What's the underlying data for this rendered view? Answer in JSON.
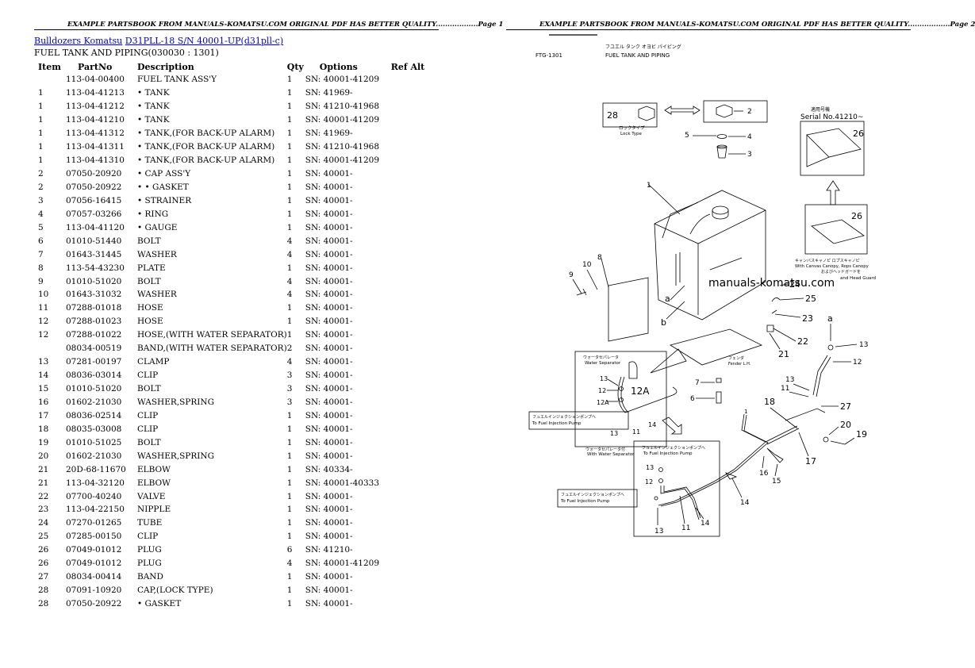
{
  "header": {
    "page1": "EXAMPLE PARTSBOOK FROM MANUALS-KOMATSU.COM ORIGINAL PDF HAS BETTER QUALITY..................Page 1",
    "page2": "EXAMPLE PARTSBOOK FROM MANUALS-KOMATSU.COM ORIGINAL PDF HAS BETTER QUALITY..................Page 2"
  },
  "breadcrumb": {
    "link1": "Bulldozers Komatsu",
    "link2": "D31PLL-18 S/N 40001-UP(d31pll-c)"
  },
  "section_title": "FUEL TANK AND PIPING(030030 : 1301)",
  "table": {
    "headers": {
      "item": "Item",
      "partno": "PartNo",
      "description": "Description",
      "qty": "Qty",
      "options": "Options",
      "refalt": "Ref Alt"
    },
    "rows": [
      {
        "item": "",
        "partno": "113-04-00400",
        "desc": "FUEL TANK ASS'Y",
        "qty": "1",
        "opt": "SN: 40001-41209"
      },
      {
        "item": "1",
        "partno": "113-04-41213",
        "desc": "• TANK",
        "qty": "1",
        "opt": "SN: 41969-"
      },
      {
        "item": "1",
        "partno": "113-04-41212",
        "desc": "• TANK",
        "qty": "1",
        "opt": "SN: 41210-41968"
      },
      {
        "item": "1",
        "partno": "113-04-41210",
        "desc": "• TANK",
        "qty": "1",
        "opt": "SN: 40001-41209"
      },
      {
        "item": "1",
        "partno": "113-04-41312",
        "desc": "• TANK,(FOR BACK-UP ALARM)",
        "qty": "1",
        "opt": "SN: 41969-"
      },
      {
        "item": "1",
        "partno": "113-04-41311",
        "desc": "• TANK,(FOR BACK-UP ALARM)",
        "qty": "1",
        "opt": "SN: 41210-41968"
      },
      {
        "item": "1",
        "partno": "113-04-41310",
        "desc": "• TANK,(FOR BACK-UP ALARM)",
        "qty": "1",
        "opt": "SN: 40001-41209"
      },
      {
        "item": "2",
        "partno": "07050-20920",
        "desc": "• CAP ASS'Y",
        "qty": "1",
        "opt": "SN: 40001-"
      },
      {
        "item": "2",
        "partno": "07050-20922",
        "desc": "• • GASKET",
        "qty": "1",
        "opt": "SN: 40001-"
      },
      {
        "item": "3",
        "partno": "07056-16415",
        "desc": "• STRAINER",
        "qty": "1",
        "opt": "SN: 40001-"
      },
      {
        "item": "4",
        "partno": "07057-03266",
        "desc": "• RING",
        "qty": "1",
        "opt": "SN: 40001-"
      },
      {
        "item": "5",
        "partno": "113-04-41120",
        "desc": "• GAUGE",
        "qty": "1",
        "opt": "SN: 40001-"
      },
      {
        "item": "6",
        "partno": "01010-51440",
        "desc": "BOLT",
        "qty": "4",
        "opt": "SN: 40001-"
      },
      {
        "item": "7",
        "partno": "01643-31445",
        "desc": "WASHER",
        "qty": "4",
        "opt": "SN: 40001-"
      },
      {
        "item": "8",
        "partno": "113-54-43230",
        "desc": "PLATE",
        "qty": "1",
        "opt": "SN: 40001-"
      },
      {
        "item": "9",
        "partno": "01010-51020",
        "desc": "BOLT",
        "qty": "4",
        "opt": "SN: 40001-"
      },
      {
        "item": "10",
        "partno": "01643-31032",
        "desc": "WASHER",
        "qty": "4",
        "opt": "SN: 40001-"
      },
      {
        "item": "11",
        "partno": "07288-01018",
        "desc": "HOSE",
        "qty": "1",
        "opt": "SN: 40001-"
      },
      {
        "item": "12",
        "partno": "07288-01023",
        "desc": "HOSE",
        "qty": "1",
        "opt": "SN: 40001-"
      },
      {
        "item": "12",
        "partno": "07288-01022",
        "desc": "HOSE,(WITH WATER SEPARATOR)",
        "qty": "1",
        "opt": "SN: 40001-"
      },
      {
        "item": "",
        "partno": "08034-00519",
        "desc": "BAND,(WITH WATER SEPARATOR)",
        "qty": "2",
        "opt": "SN: 40001-"
      },
      {
        "item": "13",
        "partno": "07281-00197",
        "desc": "CLAMP",
        "qty": "4",
        "opt": "SN: 40001-"
      },
      {
        "item": "14",
        "partno": "08036-03014",
        "desc": "CLIP",
        "qty": "3",
        "opt": "SN: 40001-"
      },
      {
        "item": "15",
        "partno": "01010-51020",
        "desc": "BOLT",
        "qty": "3",
        "opt": "SN: 40001-"
      },
      {
        "item": "16",
        "partno": "01602-21030",
        "desc": "WASHER,SPRING",
        "qty": "3",
        "opt": "SN: 40001-"
      },
      {
        "item": "17",
        "partno": "08036-02514",
        "desc": "CLIP",
        "qty": "1",
        "opt": "SN: 40001-"
      },
      {
        "item": "18",
        "partno": "08035-03008",
        "desc": "CLIP",
        "qty": "1",
        "opt": "SN: 40001-"
      },
      {
        "item": "19",
        "partno": "01010-51025",
        "desc": "BOLT",
        "qty": "1",
        "opt": "SN: 40001-"
      },
      {
        "item": "20",
        "partno": "01602-21030",
        "desc": "WASHER,SPRING",
        "qty": "1",
        "opt": "SN: 40001-"
      },
      {
        "item": "21",
        "partno": "20D-68-11670",
        "desc": "ELBOW",
        "qty": "1",
        "opt": "SN: 40334-"
      },
      {
        "item": "21",
        "partno": "113-04-32120",
        "desc": "ELBOW",
        "qty": "1",
        "opt": "SN: 40001-40333"
      },
      {
        "item": "22",
        "partno": "07700-40240",
        "desc": "VALVE",
        "qty": "1",
        "opt": "SN: 40001-"
      },
      {
        "item": "23",
        "partno": "113-04-22150",
        "desc": "NIPPLE",
        "qty": "1",
        "opt": "SN: 40001-"
      },
      {
        "item": "24",
        "partno": "07270-01265",
        "desc": "TUBE",
        "qty": "1",
        "opt": "SN: 40001-"
      },
      {
        "item": "25",
        "partno": "07285-00150",
        "desc": "CLIP",
        "qty": "1",
        "opt": "SN: 40001-"
      },
      {
        "item": "26",
        "partno": "07049-01012",
        "desc": "PLUG",
        "qty": "6",
        "opt": "SN: 41210-"
      },
      {
        "item": "26",
        "partno": "07049-01012",
        "desc": "PLUG",
        "qty": "4",
        "opt": "SN: 40001-41209"
      },
      {
        "item": "27",
        "partno": "08034-00414",
        "desc": "BAND",
        "qty": "1",
        "opt": "SN: 40001-"
      },
      {
        "item": "28",
        "partno": "07091-10920",
        "desc": "CAP,(LOCK TYPE)",
        "qty": "1",
        "opt": "SN: 40001-"
      },
      {
        "item": "28",
        "partno": "07050-20922",
        "desc": "• GASKET",
        "qty": "1",
        "opt": "SN: 40001-"
      }
    ]
  },
  "diagram": {
    "fig_no": "FTG-1301",
    "title_jp": "フユエル タンク オヨビ パイピング",
    "title": "FUEL TANK AND PIPING",
    "watermark": "manuals-komatsu.com",
    "serial_jp": "適用号機",
    "serial": "Serial No.41210~",
    "lock_type_jp": "ロックタイプ",
    "lock_type": "Lock Type",
    "canopy_jp": "キャンバスキャノピ ロプスキャノピ",
    "canopy1": "With Canvas Canopy, Rops Canopy",
    "canopy2_jp": "およびヘッドガードを",
    "canopy2": "and Head Guard",
    "water_sep_jp": "ウォータセパレータ",
    "water_sep": "Water Separator",
    "with_water_sep_jp": "ウォータセパレータ付",
    "with_water_sep": "With Water Separator",
    "inj_pump_jp": "フュエルインジェクションポンプへ",
    "inj_pump": "To Fuel Injection Pump",
    "fender_jp": "フェンダ",
    "fender": "Fender L.H.",
    "callouts": {
      "c1": "1",
      "c2": "2",
      "c3": "3",
      "c4": "4",
      "c5": "5",
      "c6": "6",
      "c7": "7",
      "c8": "8",
      "c9": "9",
      "c10": "10",
      "c11": "11",
      "c12": "12",
      "c12a": "12A",
      "c13": "13",
      "c14": "14",
      "c15": "15",
      "c16": "16",
      "c17": "17",
      "c18": "18",
      "c19": "19",
      "c20": "20",
      "c21": "21",
      "c22": "22",
      "c23": "23",
      "c24": "24",
      "c25": "25",
      "c26": "26",
      "c27": "27",
      "c28": "28",
      "a": "a",
      "b": "b"
    }
  }
}
